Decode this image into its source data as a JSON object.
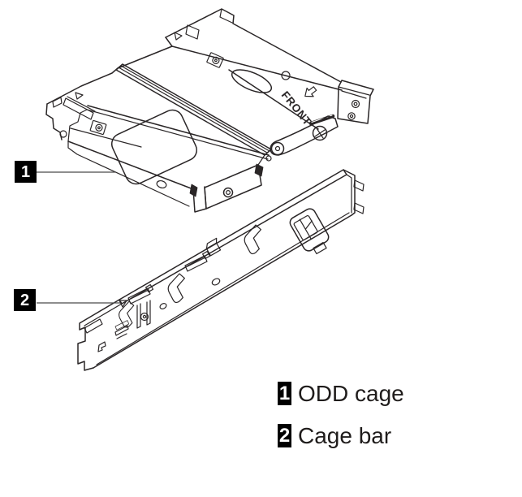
{
  "diagram": {
    "front_label": "FRONT",
    "callouts": [
      {
        "number": "1"
      },
      {
        "number": "2"
      }
    ]
  },
  "legend": {
    "items": [
      {
        "number": "1",
        "label": "ODD cage"
      },
      {
        "number": "2",
        "label": "Cage bar"
      }
    ]
  },
  "colors": {
    "line": "#2a2627",
    "badge_background": "#000000",
    "badge_text": "#ffffff",
    "label_text": "#1f1c1b",
    "page_background": "#ffffff"
  }
}
